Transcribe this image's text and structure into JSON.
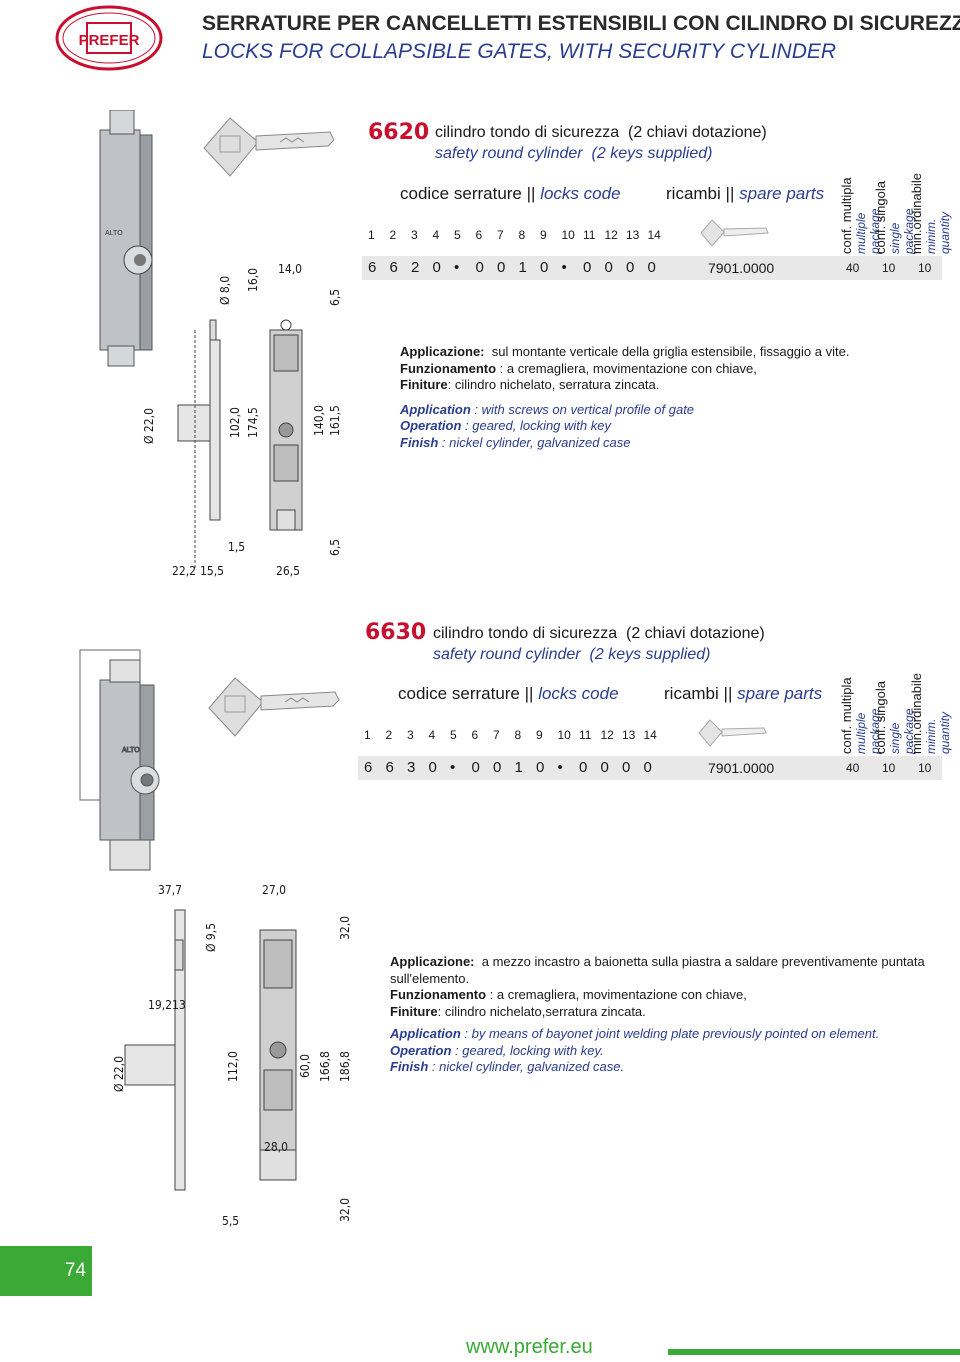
{
  "header": {
    "title_it": "SERRATURE PER CANCELLETTI ESTENSIBILI CON CILINDRO DI SICUREZZA",
    "title_en": "LOCKS FOR COLLAPSIBLE GATES, WITH SECURITY CYLINDER",
    "brand": "PREFER"
  },
  "products": [
    {
      "code": "6620",
      "desc_it": "cilindro tondo di sicurezza  (2 chiavi dotazione)",
      "desc_en": "safety round cylinder  (2 keys supplied)",
      "locks_code_label_it": "codice serrature",
      "locks_code_label_en": "locks code",
      "spare_label_it": "ricambi",
      "spare_label_en": "spare parts",
      "digits": [
        "1",
        "2",
        "3",
        "4",
        "5",
        "6",
        "7",
        "8",
        "9",
        "10",
        "11",
        "12",
        "13",
        "14"
      ],
      "code_digits": [
        "6",
        "6",
        "2",
        "0",
        "•",
        "0",
        "0",
        "1",
        "0",
        "•",
        "0",
        "0",
        "0",
        "0"
      ],
      "spare_code": "7901.0000",
      "qty_multiple": "40",
      "qty_single": "10",
      "qty_min": "10",
      "pkg_multiple_it": "conf. multipla",
      "pkg_multiple_en": "multiple package",
      "pkg_single_it": "conf. singola",
      "pkg_single_en": "single package",
      "pkg_min_it": "min.ordinabile",
      "pkg_min_en": "minim. quantity",
      "app_label": "Applicazione:",
      "app_text": "sul montante verticale della griglia estensibile, fissaggio a vite.",
      "funz_label": "Funzionamento",
      "funz_text": " : a cremagliera, movimentazione con chiave,",
      "fin_label": "Finiture",
      "fin_text": ": cilindro nichelato, serratura zincata.",
      "app_en_label": "Application",
      "app_en_text": " : with screws on vertical profile of gate",
      "op_en_label": "Operation",
      "op_en_text": " : geared, locking with key",
      "fin_en_label": "Finish",
      "fin_en_text": " : nickel cylinder, galvanized case",
      "dims": [
        "Ø 8,0",
        "16,0",
        "14,0",
        "6,5",
        "Ø 22,0",
        "102,0",
        "174,5",
        "140,0",
        "161,5",
        "1,5",
        "22,2",
        "15,5",
        "26,5",
        "6,5"
      ]
    },
    {
      "code": "6630",
      "desc_it": "cilindro tondo di sicurezza  (2 chiavi dotazione)",
      "desc_en": "safety round cylinder  (2 keys supplied)",
      "locks_code_label_it": "codice serrature",
      "locks_code_label_en": "locks code",
      "spare_label_it": "ricambi",
      "spare_label_en": "spare parts",
      "digits": [
        "1",
        "2",
        "3",
        "4",
        "5",
        "6",
        "7",
        "8",
        "9",
        "10",
        "11",
        "12",
        "13",
        "14"
      ],
      "code_digits": [
        "6",
        "6",
        "3",
        "0",
        "•",
        "0",
        "0",
        "1",
        "0",
        "•",
        "0",
        "0",
        "0",
        "0"
      ],
      "spare_code": "7901.0000",
      "qty_multiple": "40",
      "qty_single": "10",
      "qty_min": "10",
      "pkg_multiple_it": "conf. multipla",
      "pkg_multiple_en": "multiple package",
      "pkg_single_it": "conf. singola",
      "pkg_single_en": "single package",
      "pkg_min_it": "min.ordinabile",
      "pkg_min_en": "minim. quantity",
      "app_label": "Applicazione:",
      "app_text": "a mezzo incastro a baionetta sulla piastra a saldare preventivamente puntata sull'elemento.",
      "funz_label": "Funzionamento",
      "funz_text": " : a cremagliera, movimentazione con chiave,",
      "fin_label": "Finiture",
      "fin_text": ": cilindro nichelato,serratura zincata.",
      "app_en_label": "Application",
      "app_en_text": " :  by means of bayonet joint welding plate previously pointed on element.",
      "op_en_label": "Operation",
      "op_en_text": " : geared, locking with key.",
      "fin_en_label": "Finish",
      "fin_en_text": " : nickel cylinder, galvanized case.",
      "dims": [
        "37,7",
        "27,0",
        "Ø 9,5",
        "32,0",
        "19,2",
        "13",
        "Ø 22,0",
        "112,0",
        "60,0",
        "166,8",
        "186,8",
        "28,0",
        "5,5",
        "32,0"
      ]
    }
  ],
  "footer": {
    "page_number": "74",
    "website": "www.prefer.eu",
    "brand_green": "#3aa935",
    "accent_red": "#c8102e"
  }
}
